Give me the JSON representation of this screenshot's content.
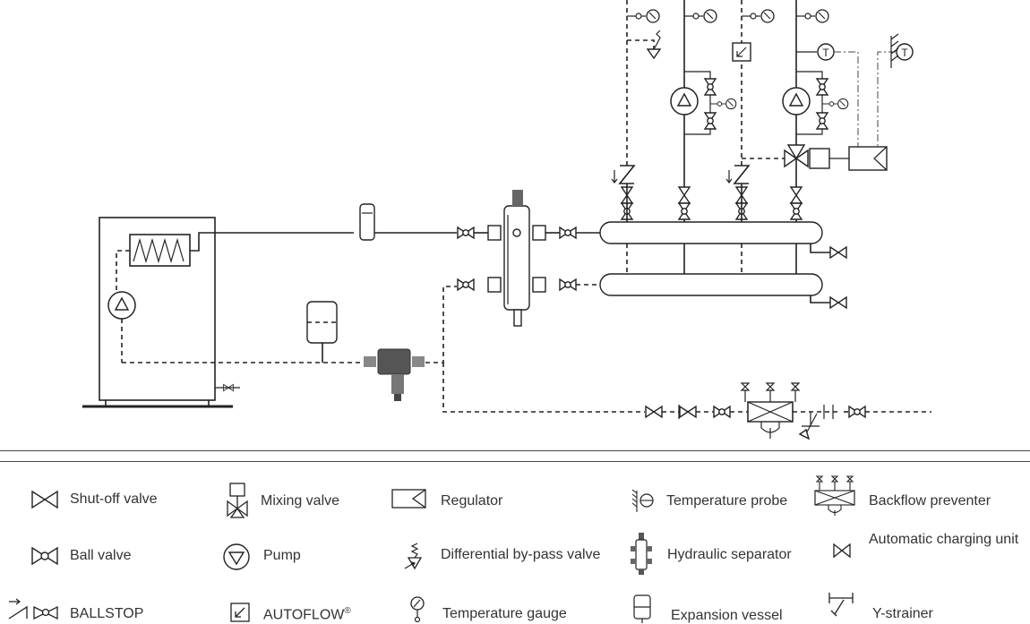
{
  "legend": {
    "col1": [
      "Shut-off valve",
      "Ball valve",
      "BALLSTOP"
    ],
    "col2": [
      "Mixing valve",
      "Pump",
      "AUTOFLOW"
    ],
    "col3": [
      "Regulator",
      "Differential by-pass valve",
      "Temperature gauge"
    ],
    "col4": [
      "Temperature probe",
      "Hydraulic separator",
      "Expansion vessel"
    ],
    "col5": [
      "Backflow preventer",
      "Automatic charging unit",
      "Y-strainer"
    ],
    "registered_mark": "®"
  }
}
